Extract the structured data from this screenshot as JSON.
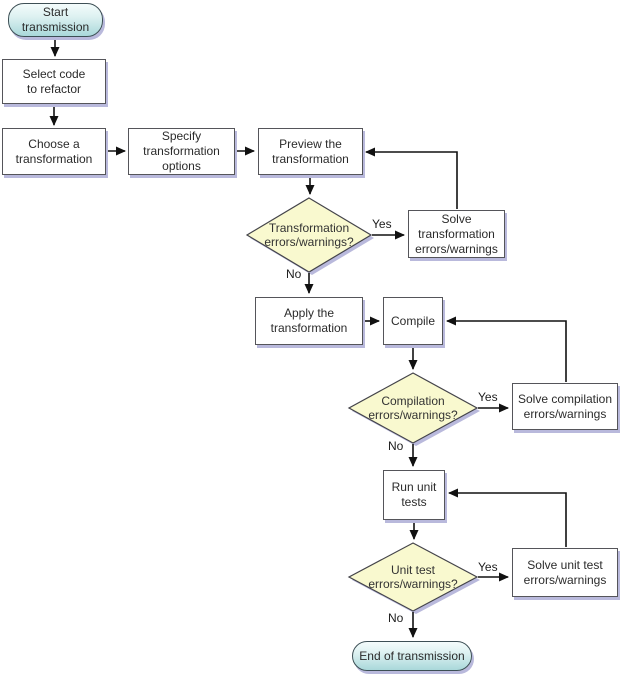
{
  "colors": {
    "process_fill": "#ffffff",
    "process_border": "#55555a",
    "decision_fill": "#f9f9cf",
    "terminal_fill_top": "#f4fcfc",
    "terminal_fill_bottom": "#a9d8da",
    "shadow": "#b9b9dc",
    "connector": "#111111"
  },
  "nodes": {
    "start": "Start\ntransmission",
    "select_code": "Select code\nto refactor",
    "choose_transformation": "Choose a\ntransformation",
    "specify_options": "Specify\ntransformation\noptions",
    "preview_transformation": "Preview the\ntransformation",
    "transformation_errors_decision": "Transformation\nerrors/warnings?",
    "solve_transformation_errors": "Solve\ntransformation\nerrors/warnings",
    "apply_transformation": "Apply the\ntransformation",
    "compile": "Compile",
    "compilation_errors_decision": "Compilation\nerrors/warnings?",
    "solve_compilation_errors": "Solve compilation\nerrors/warnings",
    "run_unit_tests": "Run unit\ntests",
    "unit_test_errors_decision": "Unit test\nerrors/warnings?",
    "solve_unit_test_errors": "Solve unit test\nerrors/warnings",
    "end": "End of transmission"
  },
  "edge_labels": {
    "yes": "Yes",
    "no": "No"
  }
}
